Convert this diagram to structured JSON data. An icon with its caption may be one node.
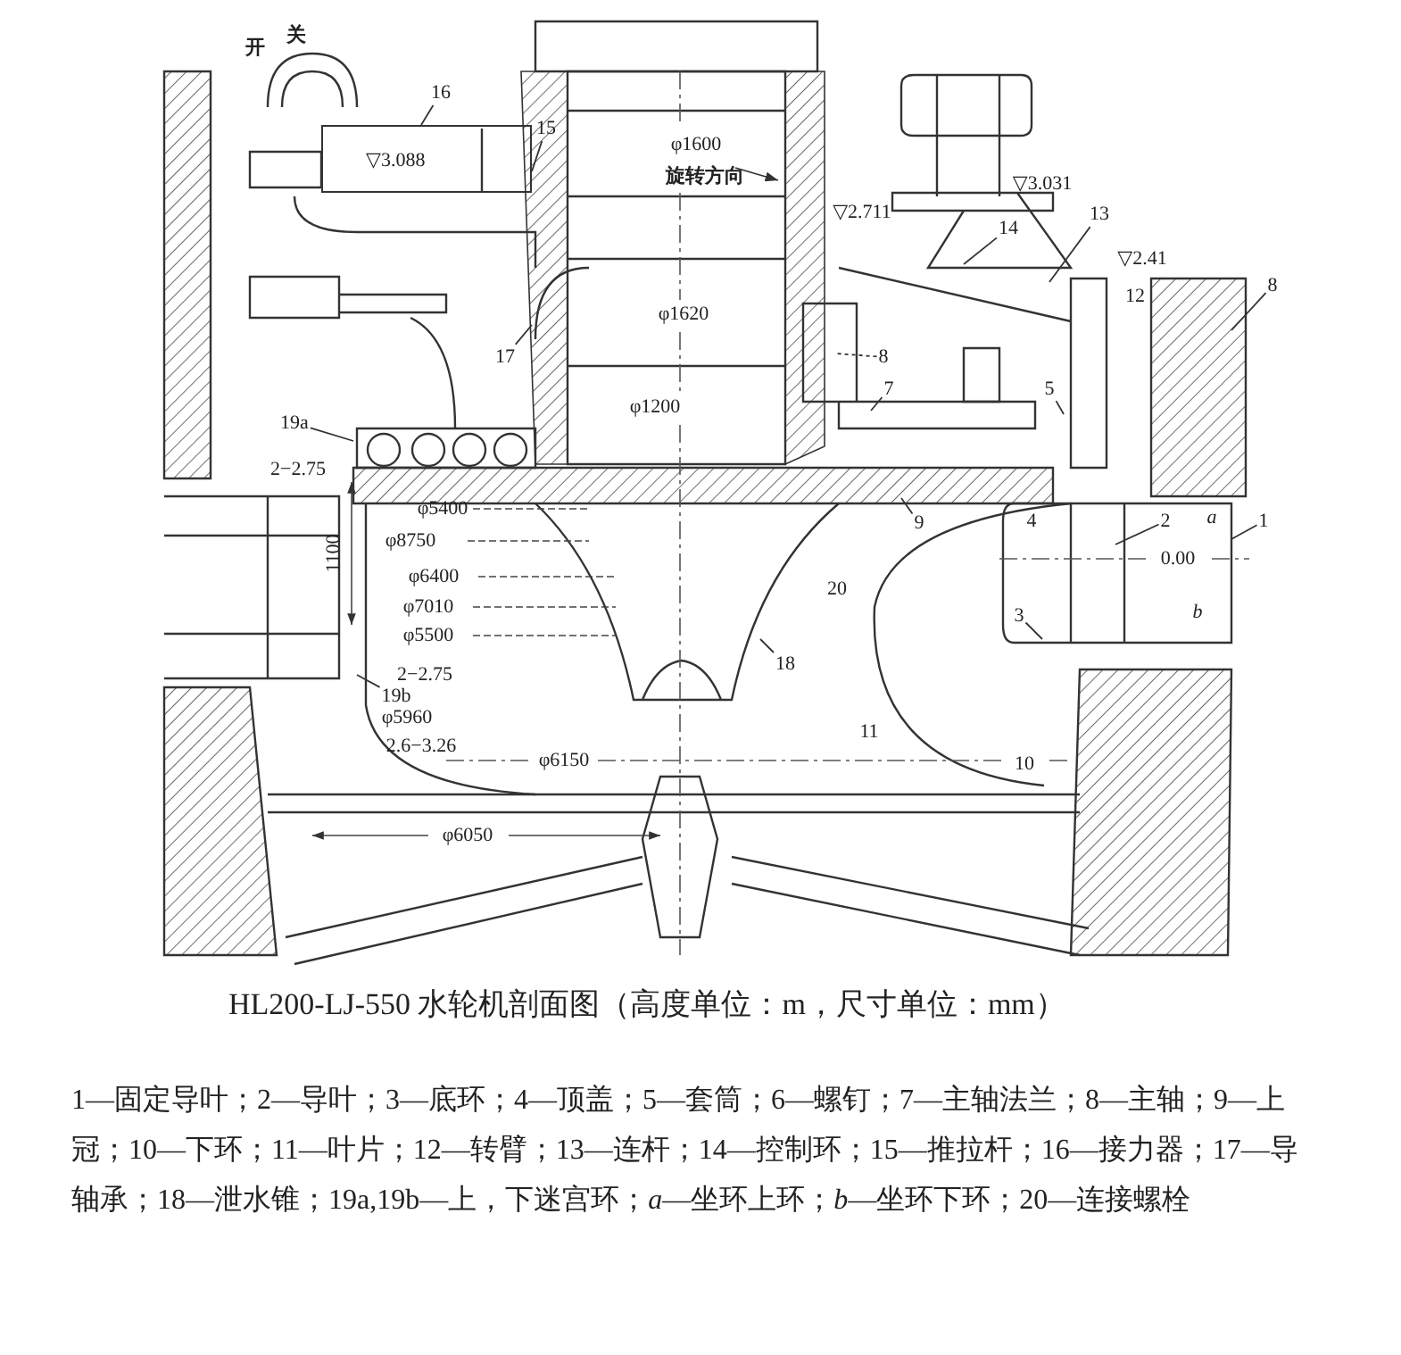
{
  "diagram": {
    "caption": "HL200-LJ-550 水轮机剖面图（高度单位：m，尺寸单位：mm）",
    "nodes": [
      {
        "text": [
          "16"
        ]
      },
      {
        "text": [
          "15"
        ]
      },
      {
        "text": [
          "17"
        ]
      },
      {
        "text": [
          "14"
        ]
      },
      {
        "text": [
          "13"
        ]
      },
      {
        "text": [
          "8"
        ]
      },
      {
        "text": [
          "8"
        ]
      },
      {
        "text": [
          "7"
        ]
      },
      {
        "text": [
          "5"
        ]
      },
      {
        "text": [
          "9"
        ]
      },
      {
        "text": [
          "2"
        ]
      },
      {
        "text": [
          "1"
        ]
      },
      {
        "text": [
          "3"
        ]
      },
      {
        "text": [
          "18"
        ]
      },
      {
        "text": [
          "19a"
        ]
      },
      {
        "text": [
          "19b"
        ]
      },
      {
        "text": [
          "▽3.088"
        ]
      }
    ],
    "edges": [
      {
        "from": 0,
        "to": 16,
        "arrow": "none"
      },
      {
        "from": 1,
        "to": 16,
        "arrow": "none"
      },
      {
        "from": 2,
        "to": null,
        "arrow": "none"
      },
      {
        "from": 3,
        "to": null,
        "arrow": "none"
      },
      {
        "from": 4,
        "to": null,
        "arrow": "none"
      },
      {
        "from": 5,
        "to": null,
        "arrow": "none"
      },
      {
        "from": 6,
        "to": null,
        "arrow": "none",
        "style": "dashed"
      },
      {
        "from": 7,
        "to": null,
        "arrow": "none"
      },
      {
        "from": 8,
        "to": null,
        "arrow": "none"
      },
      {
        "from": 9,
        "to": null,
        "arrow": "none"
      },
      {
        "from": 10,
        "to": null,
        "arrow": "none"
      },
      {
        "from": 11,
        "to": null,
        "arrow": "none"
      },
      {
        "from": 12,
        "to": null,
        "arrow": "none"
      },
      {
        "from": 13,
        "to": null,
        "arrow": "none"
      },
      {
        "from": 14,
        "to": null,
        "arrow": "none"
      },
      {
        "from": 15,
        "to": null,
        "arrow": "none"
      }
    ],
    "labels": [
      "开",
      "关",
      "φ1600",
      "旋转方向",
      "φ1620",
      "φ1200",
      "▽3.031",
      "▽2.711",
      "▽2.41",
      "12",
      "4",
      "a",
      "0.00",
      "b",
      "20",
      "11",
      "10",
      "2−2.75",
      "1100",
      "φ5400",
      "φ8750",
      "φ6400",
      "φ7010",
      "φ5500",
      "2−2.75",
      "φ5960",
      "2.6−3.26",
      "φ6150",
      "φ6050",
      "1—固定导叶；2—导叶；3—底环；4—顶盖；5—套筒；6—螺钉；7—主轴法兰；8—主轴；9—上冠；10—下环；11—叶片；12—转臂；13—连杆；14—控制环；15—推拉杆；16—接力器；17—导轴承；18—泄水锥；19a,19b—上，下迷宫环；*a*—坐环上环；*b*—坐环下环；20—连接螺栓"
    ]
  }
}
